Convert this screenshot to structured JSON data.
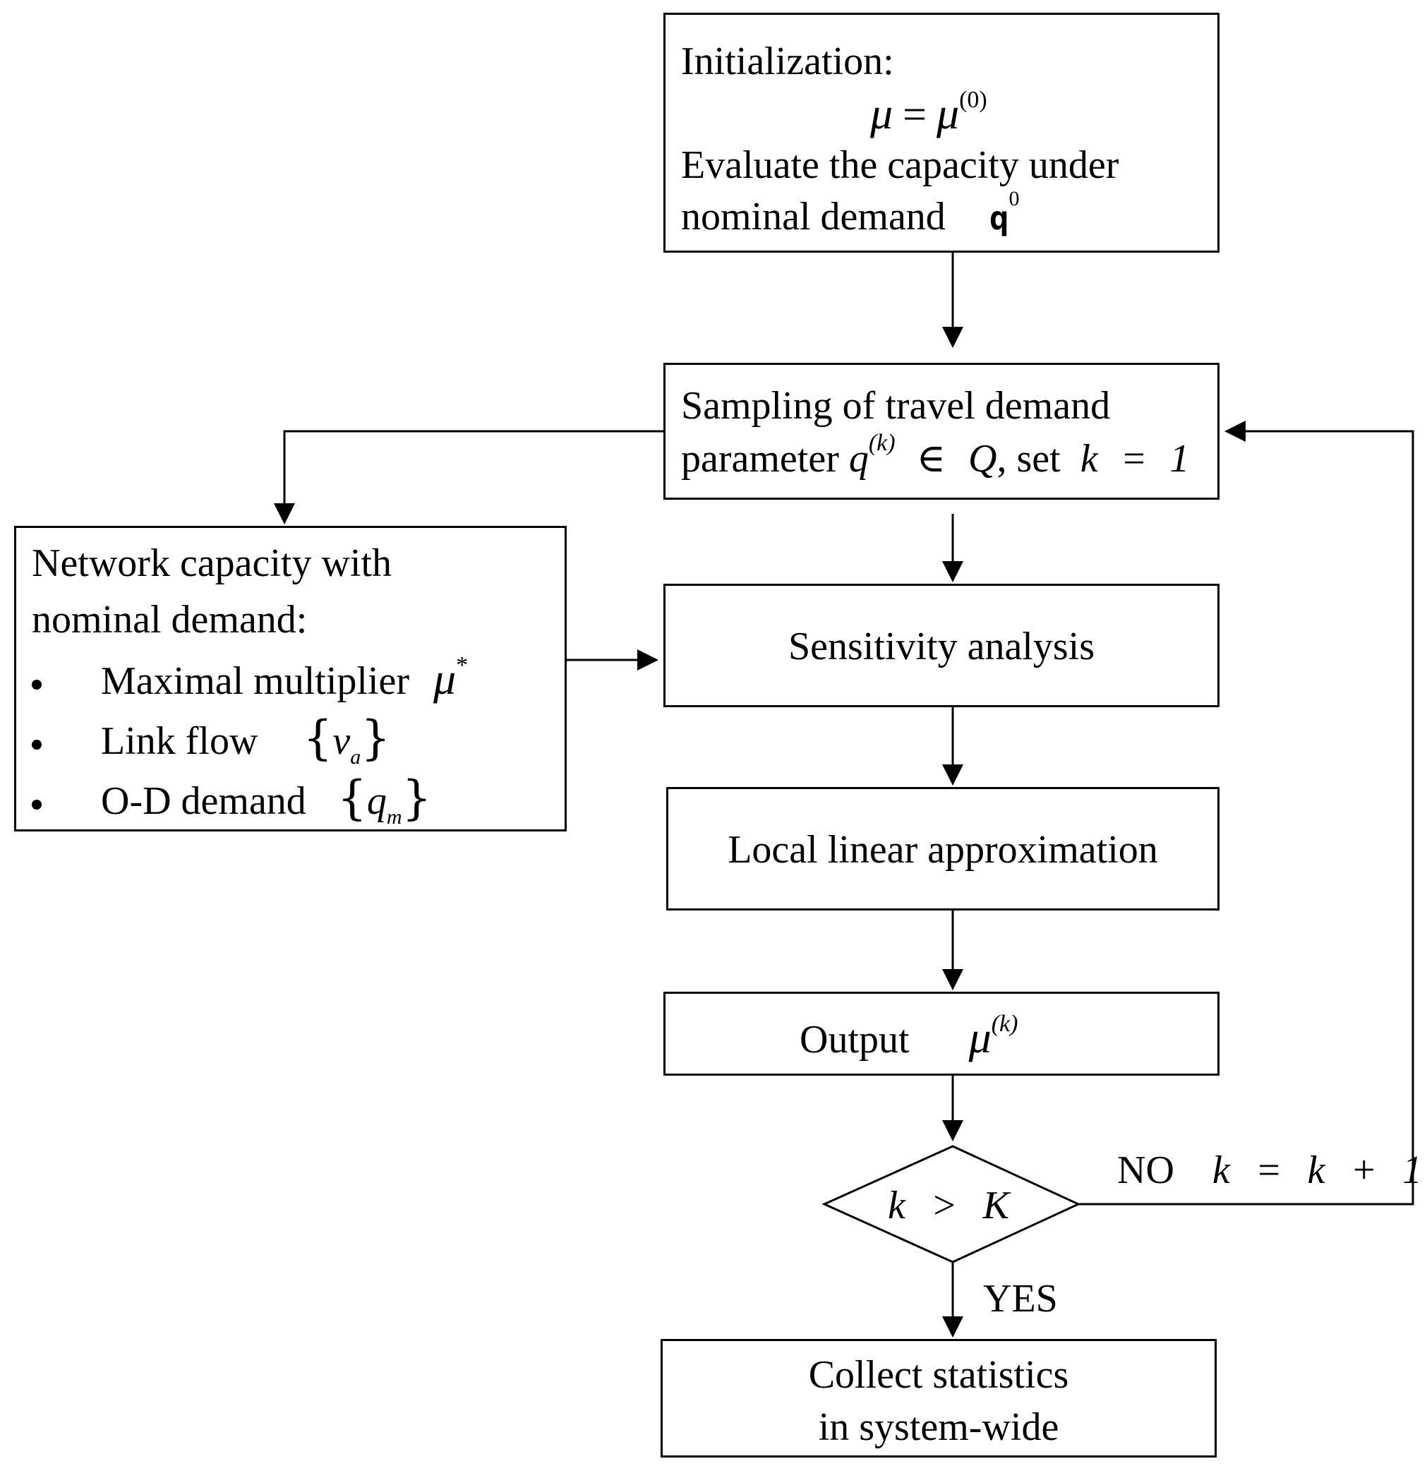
{
  "init": {
    "title": "Initialization:",
    "mu": "μ",
    "equals": "=",
    "mu0_sup": "(0)",
    "line2": "Evaluate the capacity under",
    "line3": "nominal demand",
    "q": "q",
    "q_sup": "0"
  },
  "sampling": {
    "line1": "Sampling of travel demand",
    "line2_prefix": "parameter",
    "q": "q",
    "q_sup": "(k)",
    "in": "∈",
    "Q": "Q",
    "set": ", set",
    "k_expr": "k = 1"
  },
  "network": {
    "line1": "Network capacity with",
    "line2": "nominal demand:",
    "items": [
      {
        "label": "Maximal multiplier",
        "sym": "μ",
        "sym_sup": "*"
      },
      {
        "label": "Link flow",
        "brace_open": "{",
        "sym": "v",
        "sym_sub": "a",
        "brace_close": "}"
      },
      {
        "label": "O-D demand",
        "brace_open": "{",
        "sym": "q",
        "sym_sub": "m",
        "brace_close": "}"
      }
    ]
  },
  "sensitivity": {
    "label": "Sensitivity analysis"
  },
  "local": {
    "label": "Local linear approximation"
  },
  "output": {
    "label": "Output",
    "mu": "μ",
    "mu_sup": "(k)"
  },
  "decision": {
    "label": "k > K"
  },
  "no_branch": {
    "no": "NO",
    "expr": "k = k + 1"
  },
  "yes_branch": {
    "yes": "YES"
  },
  "collect": {
    "line1": "Collect statistics",
    "line2": "in system-wide"
  }
}
